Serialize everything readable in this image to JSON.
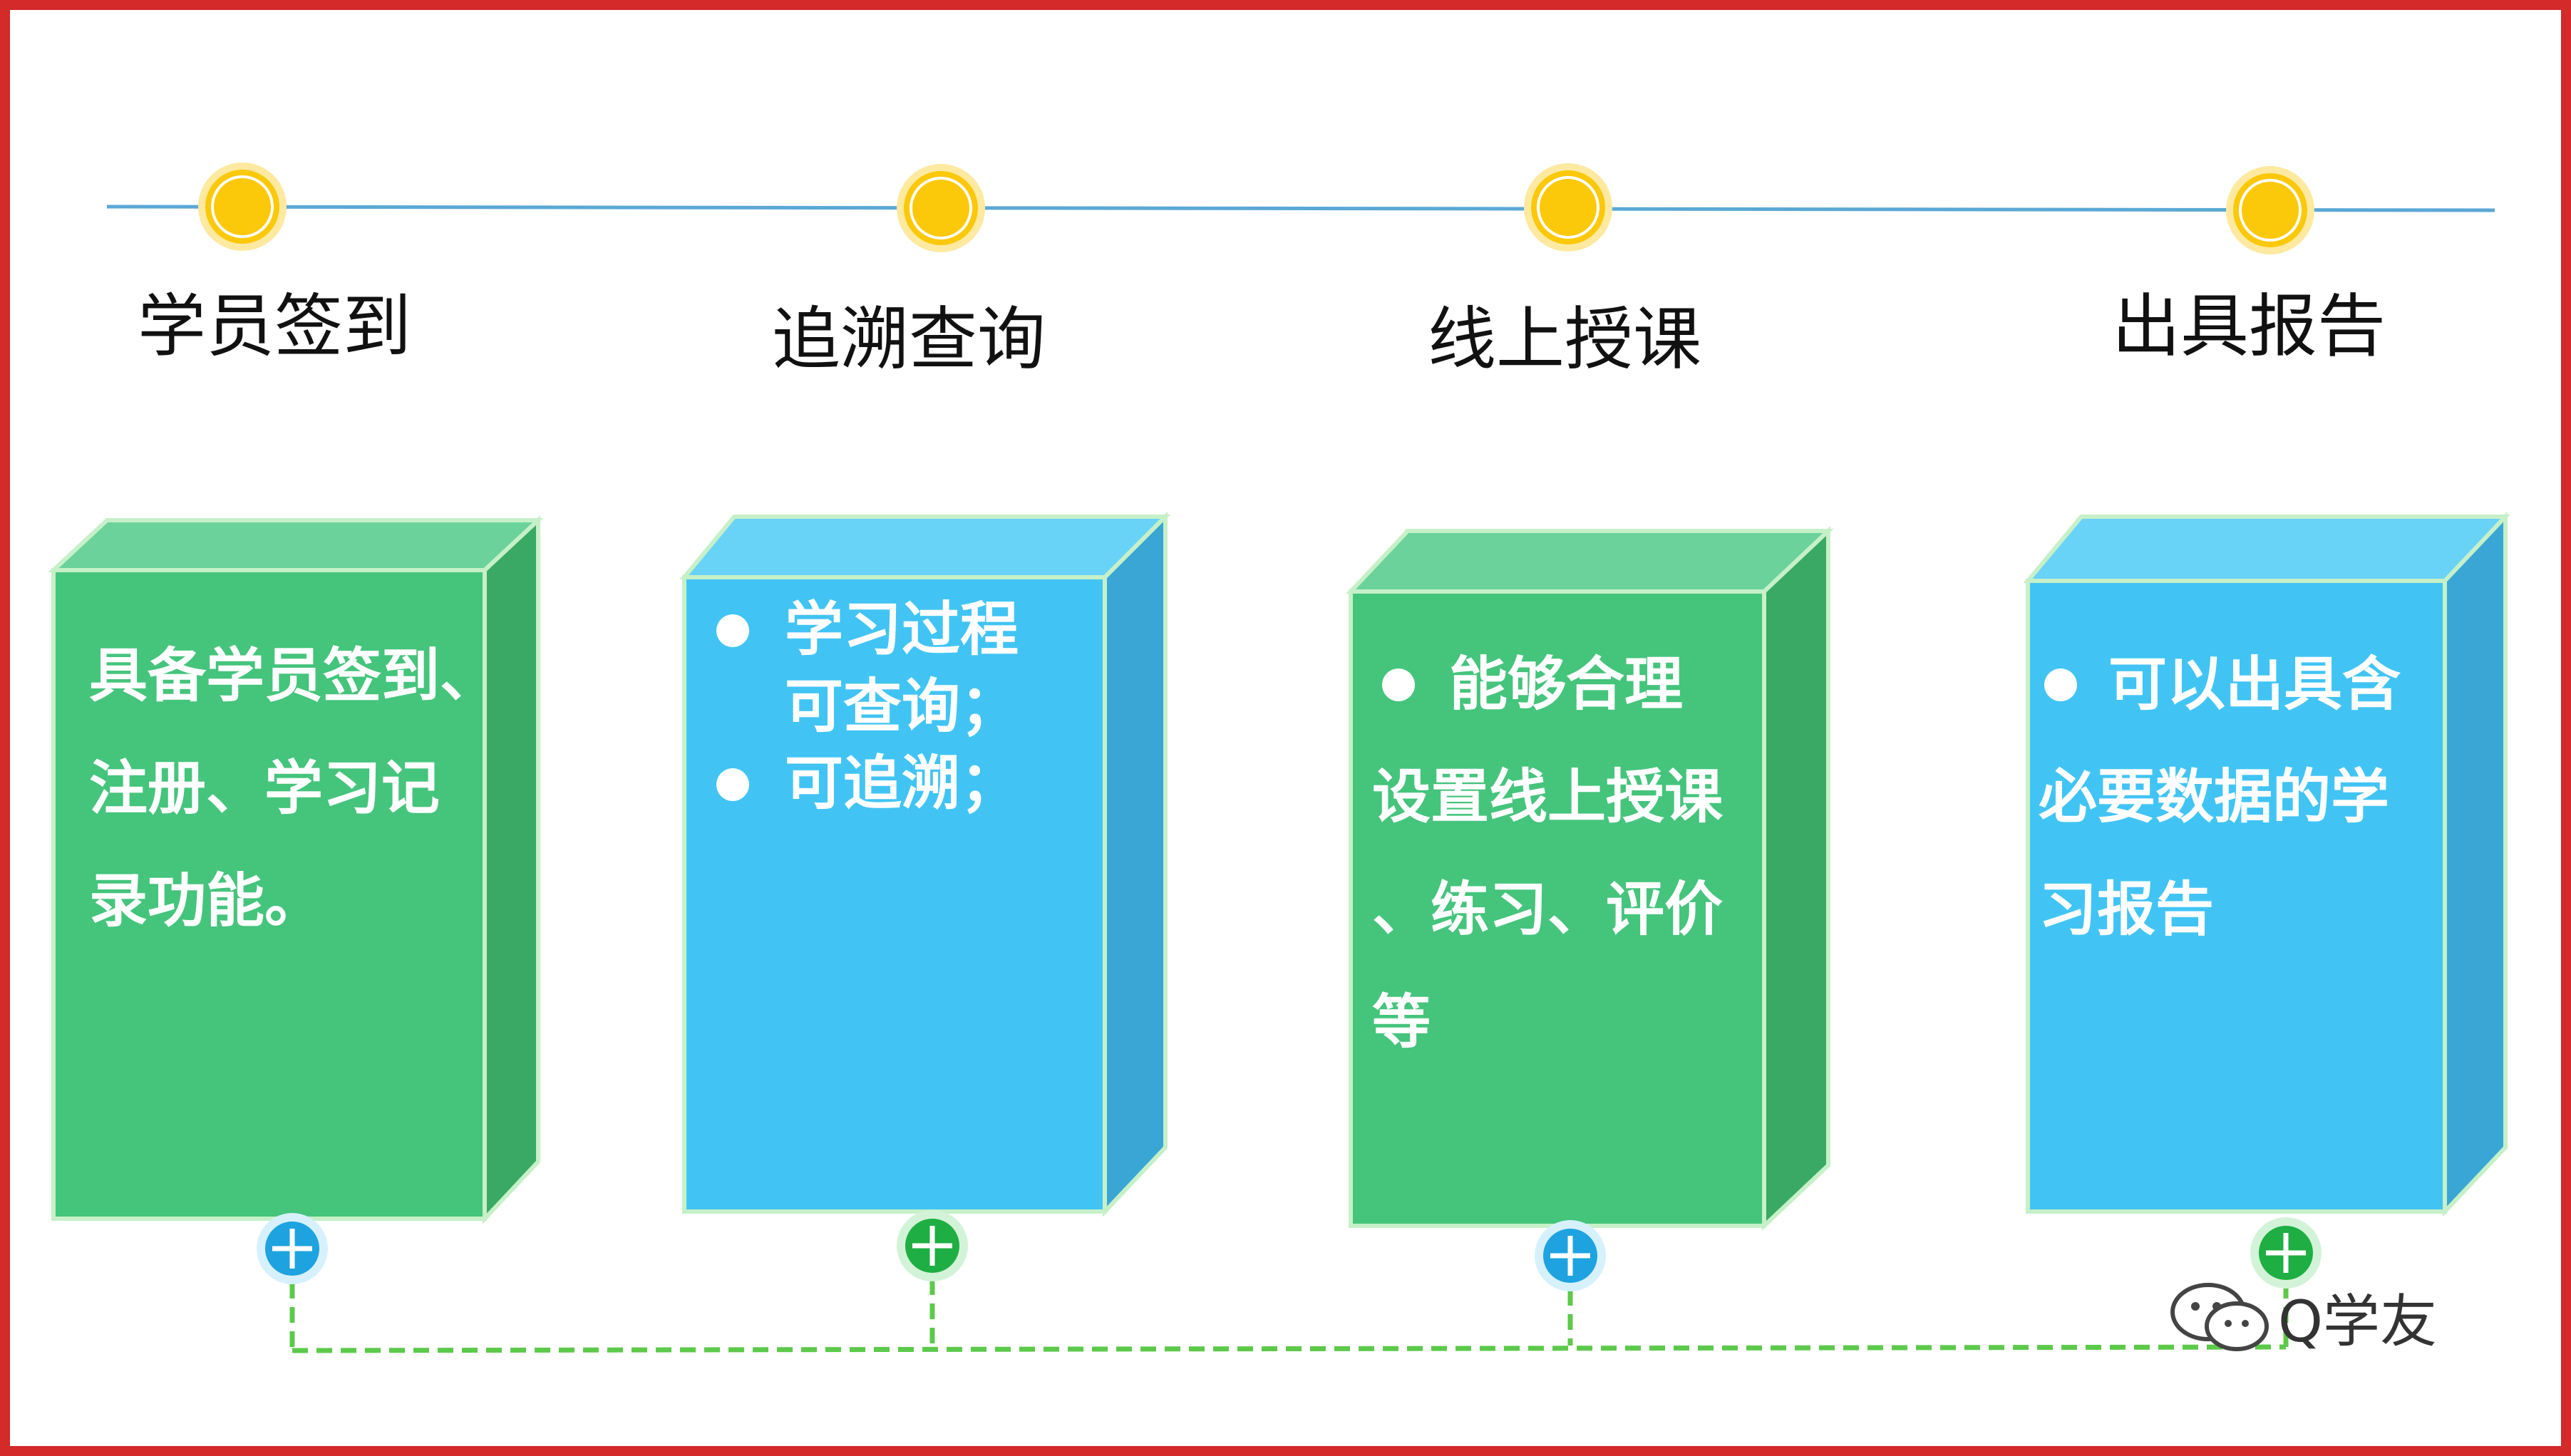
{
  "stages": [
    {
      "title": "学员签到",
      "color": "green",
      "description": {
        "type": "paragraph",
        "lines": [
          "具备学员签到、",
          "注册、学习记",
          "录功能。"
        ]
      }
    },
    {
      "title": "追溯查询",
      "color": "blue",
      "description": {
        "type": "bullets",
        "items": [
          [
            "学习过程",
            "可查询；"
          ],
          [
            "可追溯；"
          ]
        ]
      }
    },
    {
      "title": "线上授课",
      "color": "green",
      "description": {
        "type": "mixed",
        "bullet": "能够合理",
        "lines": [
          "设置线上授课",
          "、练习、评价",
          "等"
        ]
      }
    },
    {
      "title": "出具报告",
      "color": "blue",
      "description": {
        "type": "mixed",
        "bullet": "可以出具含",
        "lines": [
          "必要数据的学",
          "习报告"
        ]
      }
    }
  ],
  "colors": {
    "green_front": "#45c47c",
    "green_top": "#6ad29a",
    "green_side": "#39a965",
    "blue_front": "#41c4f4",
    "blue_top": "#69d2f7",
    "blue_side": "#39a6d6",
    "node_fill": "#fbc80a",
    "timeline": "#5aa8d6",
    "connector": "#5cc94a",
    "frame": "#d42a2a",
    "edge": "#c6f0c8"
  },
  "connector_style": "dashed",
  "watermark": "Q学友"
}
